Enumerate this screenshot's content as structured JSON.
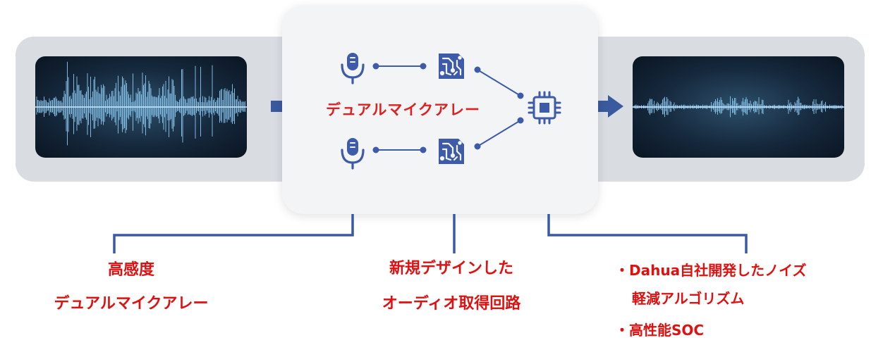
{
  "diagram": {
    "center_label": "デュアルマイクアレー",
    "colors": {
      "accent": "#3a5a9f",
      "icon": "#3d5ba8",
      "highlight_text": "#e02020",
      "band": "#d9dde2",
      "card": "#f3f4f6",
      "wave": "#8cc8f0"
    },
    "icons": [
      "microphone-icon",
      "circuit-board-icon",
      "processor-chip-icon",
      "arrow-right-icon"
    ]
  },
  "features": {
    "sensitivity": {
      "line1": "高感度",
      "line2": "デュアルマイクアレー"
    },
    "circuit": {
      "line1": "新規デザインした",
      "line2": "オーディオ取得回路"
    },
    "algorithm": {
      "line1": "・Dahua自社開発したノイズ",
      "line2": "軽減アルゴリズム",
      "line3": "・高性能SOC"
    }
  }
}
